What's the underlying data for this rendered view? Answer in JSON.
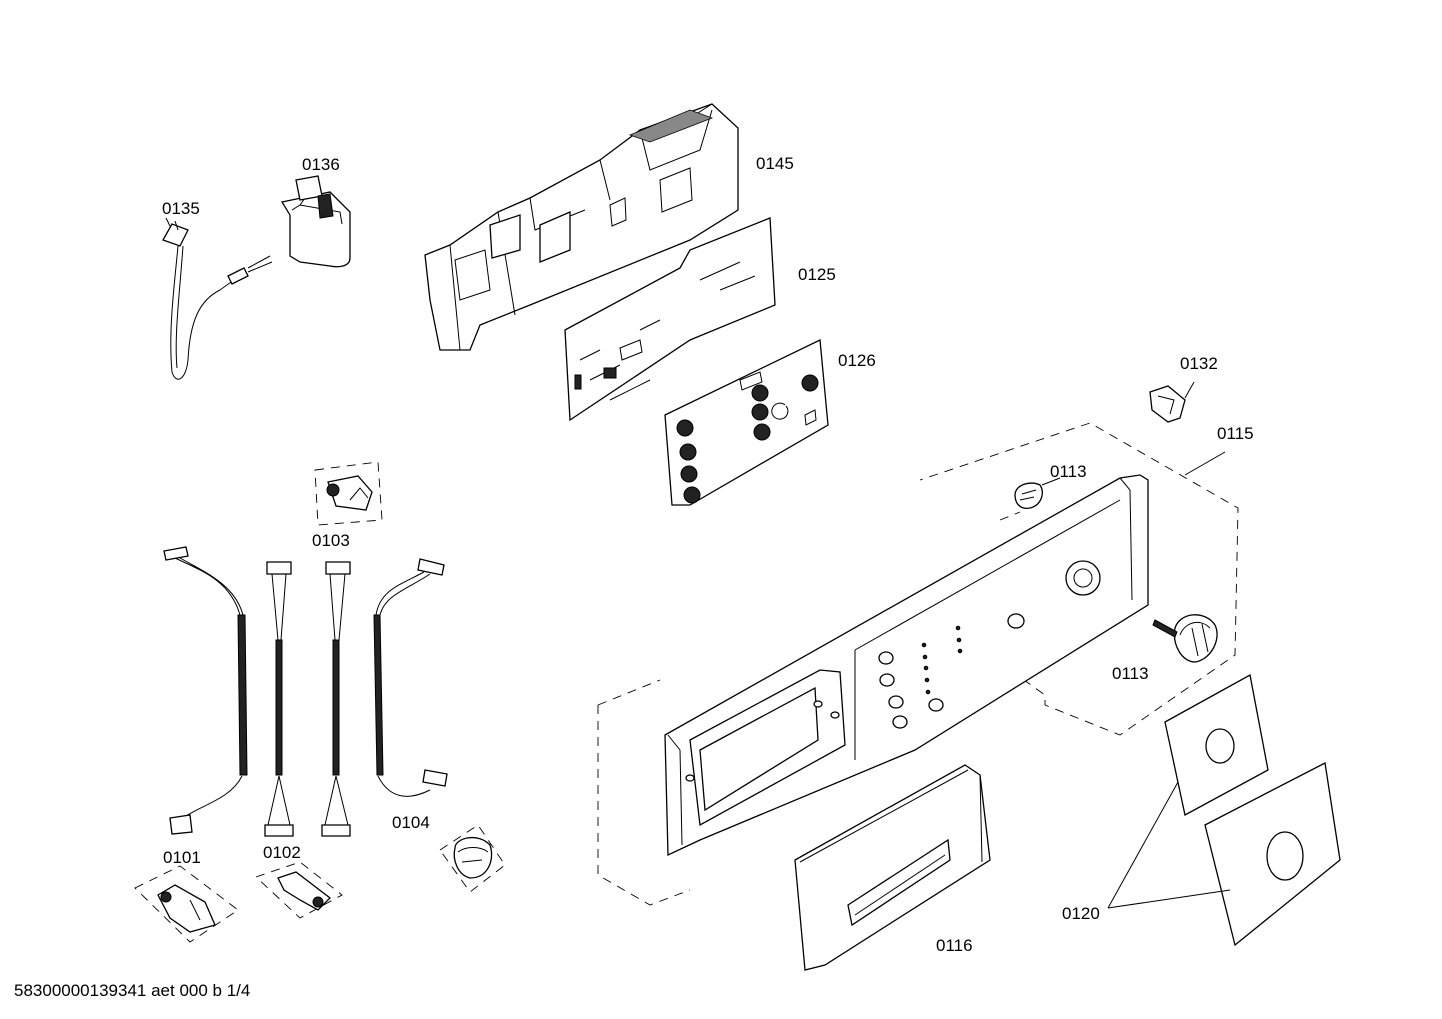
{
  "labels": {
    "p0145": "0145",
    "p0136": "0136",
    "p0135": "0135",
    "p0125": "0125",
    "p0126": "0126",
    "p0132": "0132",
    "p0115": "0115",
    "p0113_top": "0113",
    "p0113_bottom": "0113",
    "p0103": "0103",
    "p0101": "0101",
    "p0102": "0102",
    "p0104": "0104",
    "p0116": "0116",
    "p0120": "0120"
  },
  "footer": "58300000139341 aet 000 b 1/4"
}
